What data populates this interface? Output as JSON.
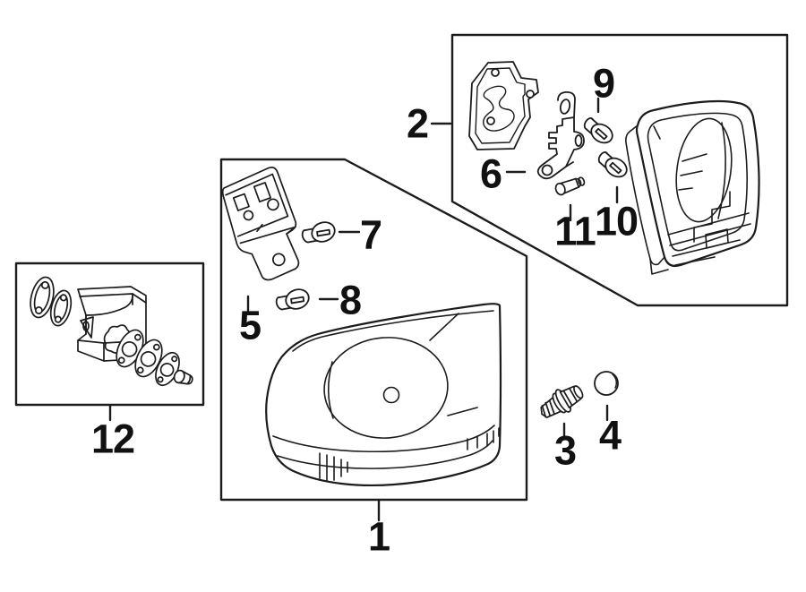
{
  "colors": {
    "background": "#ffffff",
    "line": "#1c1c1c",
    "label": "#111111"
  },
  "callouts": {
    "c1": {
      "label": "1"
    },
    "c2": {
      "label": "2"
    },
    "c3": {
      "label": "3"
    },
    "c4": {
      "label": "4"
    },
    "c5": {
      "label": "5"
    },
    "c6": {
      "label": "6"
    },
    "c7": {
      "label": "7"
    },
    "c8": {
      "label": "8"
    },
    "c9": {
      "label": "9"
    },
    "c10": {
      "label": "10"
    },
    "c11": {
      "label": "11"
    },
    "c12": {
      "label": "12"
    }
  }
}
